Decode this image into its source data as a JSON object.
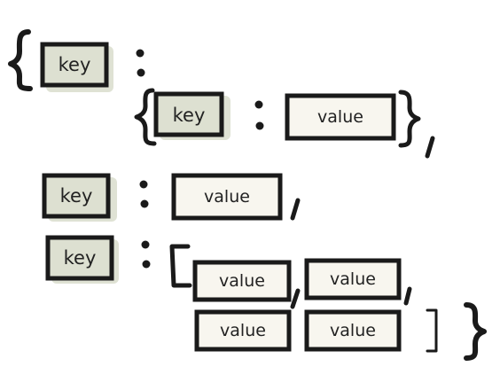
{
  "diagram": {
    "key_label": "key",
    "value_label": "value",
    "colors": {
      "key_fill": "#dde0d1",
      "value_fill": "#f8f6ef",
      "key_shadow": "#c9ceb8",
      "ink": "#1a1a1a"
    },
    "punctuation": {
      "open_brace": "{",
      "close_brace": "}",
      "colon": ":",
      "comma": ",",
      "open_bracket": "[",
      "close_bracket": "]"
    },
    "structure": "object containing: key -> nested object {key : value}, key -> value, key -> array [value, value, value, value]"
  }
}
